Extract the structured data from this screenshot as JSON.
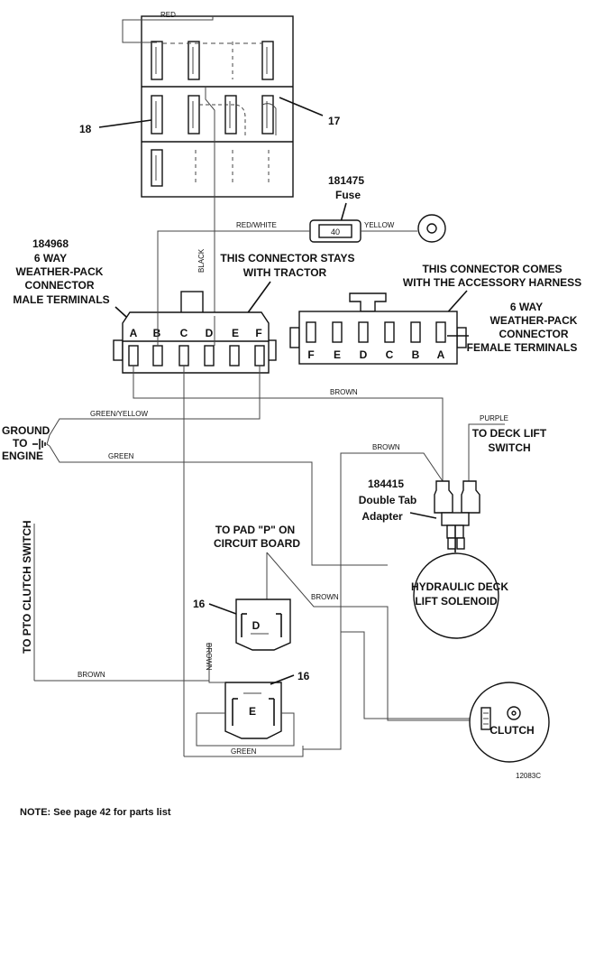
{
  "wires": {
    "red": "RED",
    "red_white": "RED/WHITE",
    "yellow": "YELLOW",
    "black": "BLACK",
    "brown": "BROWN",
    "green_yellow": "GREEN/YELLOW",
    "green": "GREEN",
    "purple": "PURPLE"
  },
  "callouts": {
    "c18": "18",
    "c17": "17",
    "c16a": "16",
    "c16b": "16"
  },
  "fuse": {
    "part": "181475",
    "label": "Fuse",
    "rating": "40"
  },
  "male_connector": {
    "part": "184968",
    "line1": "6 WAY",
    "line2": "WEATHER-PACK",
    "line3": "CONNECTOR",
    "line4": "MALE TERMINALS",
    "pins": [
      "A",
      "B",
      "C",
      "D",
      "E",
      "F"
    ]
  },
  "stays_label": {
    "line1": "THIS CONNECTOR STAYS",
    "line2": "WITH TRACTOR"
  },
  "comes_label": {
    "line1": "THIS CONNECTOR COMES",
    "line2": "WITH THE ACCESSORY HARNESS"
  },
  "female_connector": {
    "line1": "6 WAY",
    "line2": "WEATHER-PACK",
    "line3": "CONNECTOR",
    "line4": "FEMALE TERMINALS",
    "pins": [
      "F",
      "E",
      "D",
      "C",
      "B",
      "A"
    ]
  },
  "ground": {
    "line1": "GROUND",
    "line2": "TO",
    "line3": "ENGINE"
  },
  "deck_lift": {
    "line1": "TO DECK LIFT",
    "line2": "SWITCH"
  },
  "adapter": {
    "part": "184415",
    "line1": "Double Tab",
    "line2": "Adapter"
  },
  "solenoid": {
    "line1": "HYDRAULIC DECK",
    "line2": "LIFT SOLENOID"
  },
  "pad": {
    "line1": "TO PAD \"P\" ON",
    "line2": "CIRCUIT BOARD"
  },
  "pto": "TO PTO CLUTCH SWITCH",
  "diode_d": "D",
  "diode_e": "E",
  "clutch": "CLUTCH",
  "figure_code": "12083C",
  "note": "NOTE:  See page 42 for parts list",
  "colors": {
    "line": "#111111",
    "wire": "#444444",
    "background": "#ffffff"
  }
}
